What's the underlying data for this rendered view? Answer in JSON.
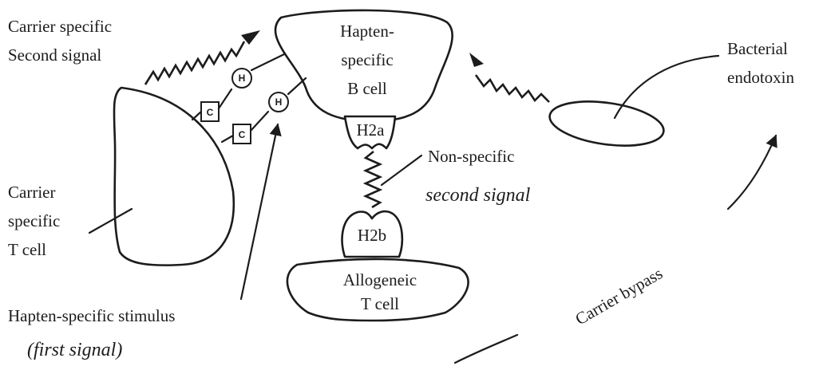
{
  "labels": {
    "carrier_signal_line1": "Carrier specific",
    "carrier_signal_line2": "Second signal",
    "b_cell_line1": "Hapten-",
    "b_cell_line2": "specific",
    "b_cell_line3": "B cell",
    "h2a": "H2a",
    "h2b": "H2b",
    "nonspecific_line1": "Non-specific",
    "nonspecific_line2": "second signal",
    "bacterial_line1": "Bacterial",
    "bacterial_line2": "endotoxin",
    "t_cell_line1": "Carrier",
    "t_cell_line2": "specific",
    "t_cell_line3": "T cell",
    "allogeneic_line1": "Allogeneic",
    "allogeneic_line2": "T cell",
    "hapten_stimulus": "Hapten-specific stimulus",
    "first_signal": "(first signal)",
    "carrier_bypass": "Carrier bypass",
    "carrier_symbol": "C",
    "hapten_symbol": "H"
  }
}
